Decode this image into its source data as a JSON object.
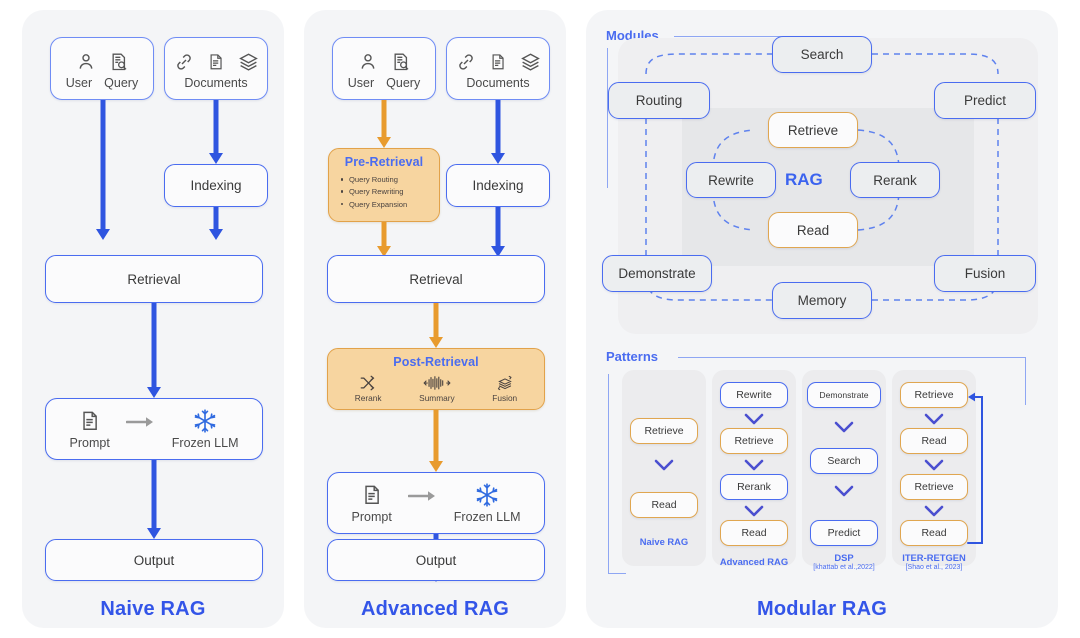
{
  "panels": {
    "naive": {
      "title": "Naive RAG",
      "input_left": {
        "icons": [
          "user-icon",
          "query-icon"
        ],
        "labels": [
          "User",
          "Query"
        ]
      },
      "input_right": {
        "icons": [
          "link-icon",
          "document-icon",
          "layers-icon"
        ],
        "labels": [
          "Documents"
        ]
      },
      "indexing": "Indexing",
      "retrieval": "Retrieval",
      "prompt": "Prompt",
      "frozen_llm": "Frozen LLM",
      "output": "Output"
    },
    "advanced": {
      "title": "Advanced RAG",
      "input_left": {
        "icons": [
          "user-icon",
          "query-icon"
        ],
        "labels": [
          "User",
          "Query"
        ]
      },
      "input_right": {
        "icons": [
          "link-icon",
          "document-icon",
          "layers-icon"
        ],
        "labels": [
          "Documents"
        ]
      },
      "pre_retrieval": {
        "title": "Pre-Retrieval",
        "items": [
          "Query Routing",
          "Query Rewriting",
          "Query Expansion"
        ]
      },
      "indexing": "Indexing",
      "retrieval": "Retrieval",
      "post_retrieval": {
        "title": "Post-Retrieval",
        "items": [
          {
            "label": "Rerank",
            "icon": "shuffle-icon"
          },
          {
            "label": "Summary",
            "icon": "waveform-icon"
          },
          {
            "label": "Fusion",
            "icon": "fusion-layers-icon"
          }
        ]
      },
      "prompt": "Prompt",
      "frozen_llm": "Frozen LLM",
      "output": "Output"
    },
    "modular": {
      "title": "Modular RAG",
      "modules": {
        "label": "Modules",
        "center": "RAG",
        "outer": [
          "Routing",
          "Search",
          "Predict",
          "Demonstrate",
          "Memory",
          "Fusion"
        ],
        "inner": [
          "Retrieve",
          "Rewrite",
          "Rerank",
          "Read"
        ],
        "outer_nodes": {
          "search": "Search",
          "routing": "Routing",
          "predict": "Predict",
          "demonstrate": "Demonstrate",
          "memory": "Memory",
          "fusion": "Fusion"
        },
        "inner_nodes": {
          "retrieve": "Retrieve",
          "rewrite": "Rewrite",
          "rerank": "Rerank",
          "read": "Read"
        }
      },
      "patterns": {
        "label": "Patterns",
        "columns": [
          {
            "name": "Naive RAG",
            "cite": "",
            "steps": [
              {
                "label": "Retrieve",
                "color": "orange"
              },
              {
                "label": "Read",
                "color": "orange"
              }
            ]
          },
          {
            "name": "Advanced RAG",
            "cite": "",
            "steps": [
              {
                "label": "Rewrite",
                "color": "blue"
              },
              {
                "label": "Retrieve",
                "color": "orange"
              },
              {
                "label": "Rerank",
                "color": "blue"
              },
              {
                "label": "Read",
                "color": "orange"
              }
            ]
          },
          {
            "name": "DSP",
            "cite": "[khattab et al.,2022]",
            "steps": [
              {
                "label": "Demonstrate",
                "color": "blue"
              },
              {
                "label": "Search",
                "color": "blue"
              },
              {
                "label": "Predict",
                "color": "blue"
              }
            ]
          },
          {
            "name": "ITER-RETGEN",
            "cite": "[Shao et al., 2023]",
            "steps": [
              {
                "label": "Retrieve",
                "color": "orange"
              },
              {
                "label": "Read",
                "color": "orange"
              },
              {
                "label": "Retrieve",
                "color": "orange"
              },
              {
                "label": "Read",
                "color": "orange"
              }
            ]
          }
        ]
      }
    }
  },
  "colors": {
    "blue_accent": "#3355e8",
    "node_blue": "#4a6cf0",
    "node_orange": "#e0a650",
    "arrow_blue": "#2f55e0",
    "arrow_orange": "#e89b2e",
    "orange_fill": "#f7d5a0",
    "panel_bg": "#f4f5f7"
  }
}
